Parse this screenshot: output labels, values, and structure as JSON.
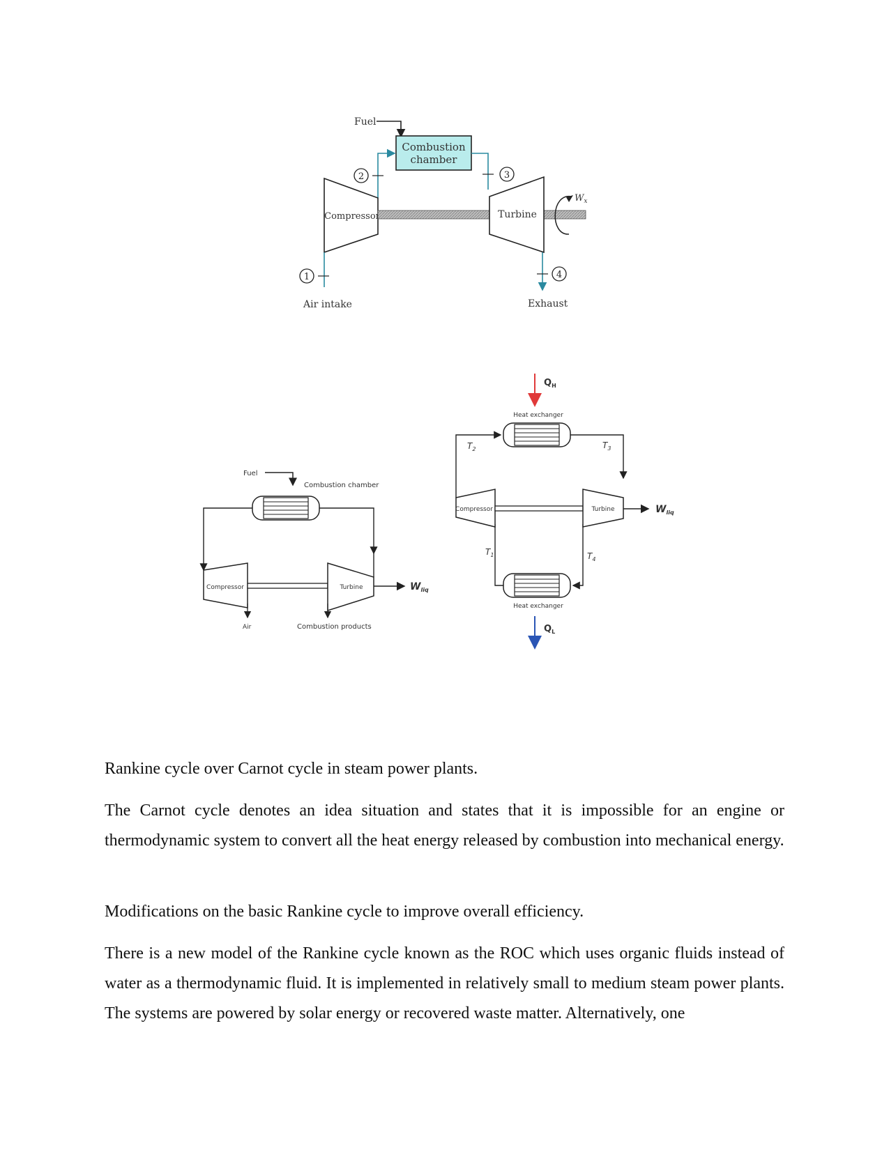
{
  "diagram_top": {
    "fuel": "Fuel",
    "combustion_line1": "Combustion",
    "combustion_line2": "chamber",
    "compressor": "Compressor",
    "turbine": "Turbine",
    "work": "W",
    "work_sub": "x",
    "state1": "1",
    "state2": "2",
    "state3": "3",
    "state4": "4",
    "air_intake": "Air intake",
    "exhaust": "Exhaust",
    "chamber_color": "#b9ecec"
  },
  "diagram_left": {
    "fuel": "Fuel",
    "combustion_chamber": "Combustion chamber",
    "compressor": "Compressor",
    "turbine": "Turbine",
    "work": "W",
    "work_sub": "liq",
    "air": "Air",
    "combustion_products": "Combustion products"
  },
  "diagram_right": {
    "qh": "Q",
    "qh_sub": "H",
    "ql": "Q",
    "ql_sub": "L",
    "heat_exchanger_top": "Heat exchanger",
    "heat_exchanger_bottom": "Heat exchanger",
    "compressor": "Compressor",
    "turbine": "Turbine",
    "work": "W",
    "work_sub": "liq",
    "t1": "T",
    "t1_sub": "1",
    "t2": "T",
    "t2_sub": "2",
    "t3": "T",
    "t3_sub": "3",
    "t4": "T",
    "t4_sub": "4",
    "hot_color": "#e03a3a",
    "cold_color": "#2a55b5"
  },
  "text": {
    "p1": "Rankine cycle over Carnot cycle in steam power plants.",
    "p2": "The Carnot cycle denotes an idea situation and states that it is impossible for an engine or thermodynamic system to convert all the heat energy released by combustion into mechanical energy.",
    "p3": "Modifications on the basic Rankine cycle to improve overall efficiency.",
    "p4": "There is a new model of the Rankine cycle known as the ROC which uses organic fluids instead of water as a thermodynamic fluid. It is implemented in relatively small to medium steam power plants. The systems are powered by solar energy or recovered waste matter. Alternatively, one"
  }
}
